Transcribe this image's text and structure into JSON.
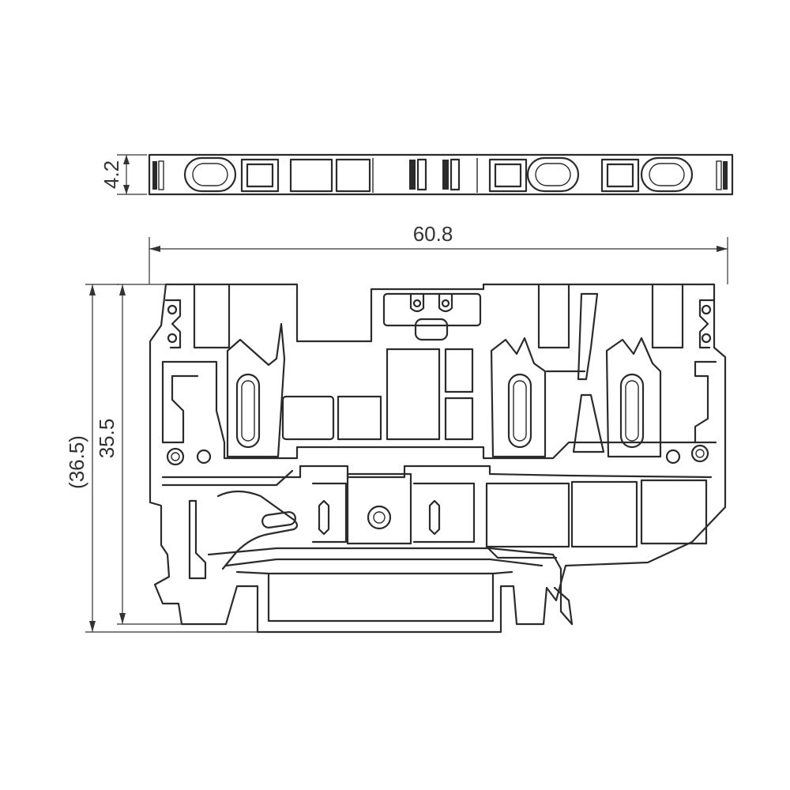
{
  "dimensions": {
    "top_thickness": "4.2",
    "overall_width": "60.8",
    "body_height": "35.5",
    "overall_height_ref": "(36.5)"
  },
  "colors": {
    "line": "#2b2b2b",
    "background": "#ffffff"
  }
}
